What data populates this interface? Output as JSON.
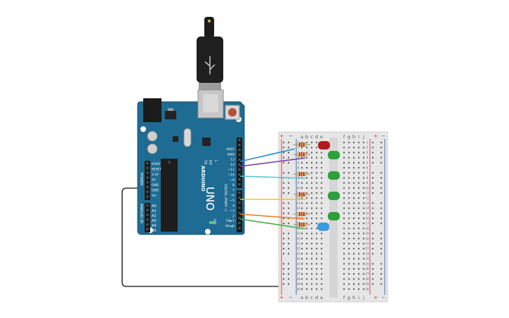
{
  "canvas": {
    "background": "#ffffff"
  },
  "arduino": {
    "brand_text": "ARDUINO",
    "model_text": "UNO",
    "on_label": "ON",
    "tx_label": "TX",
    "rx_label": "RX",
    "l_label": "L",
    "digital_header_label": "DIGITAL (PWM ~)",
    "power_header_label": "POWER",
    "analog_header_label": "ANALOG IN",
    "top_pin_labels": [
      "AREF",
      "GND",
      "13",
      "12",
      "~11",
      "~10",
      "~9",
      "8",
      "7",
      "~6",
      "~5",
      "4",
      "~3",
      "2",
      "TX►1",
      "RX◄0"
    ],
    "power_pin_labels": [
      "IOREF",
      "RESET",
      "3.3V",
      "5V",
      "GND",
      "GND",
      "Vin"
    ],
    "analog_pin_labels": [
      "A0",
      "A1",
      "A2",
      "A3",
      "A4",
      "A5"
    ],
    "board_color": "#1e6b94"
  },
  "breadboard": {
    "column_letters_left": [
      "a",
      "b",
      "c",
      "d",
      "e"
    ],
    "column_letters_right": [
      "f",
      "g",
      "h",
      "i",
      "j"
    ],
    "rail_plus": "+",
    "rail_minus": "−",
    "row_count": 30
  },
  "colors": {
    "wire_blue": "#1f8fd0",
    "wire_purple": "#7b3fa0",
    "wire_cyan": "#53c6c9",
    "wire_yellow": "#f2c318",
    "wire_orange": "#ee7d25",
    "wire_green": "#3fae49",
    "wire_black": "#333333",
    "led_red": "#b01c1c",
    "led_green": "#2ba13a",
    "led_blue": "#3a9be0",
    "resistor_body": "#d9b27a"
  }
}
